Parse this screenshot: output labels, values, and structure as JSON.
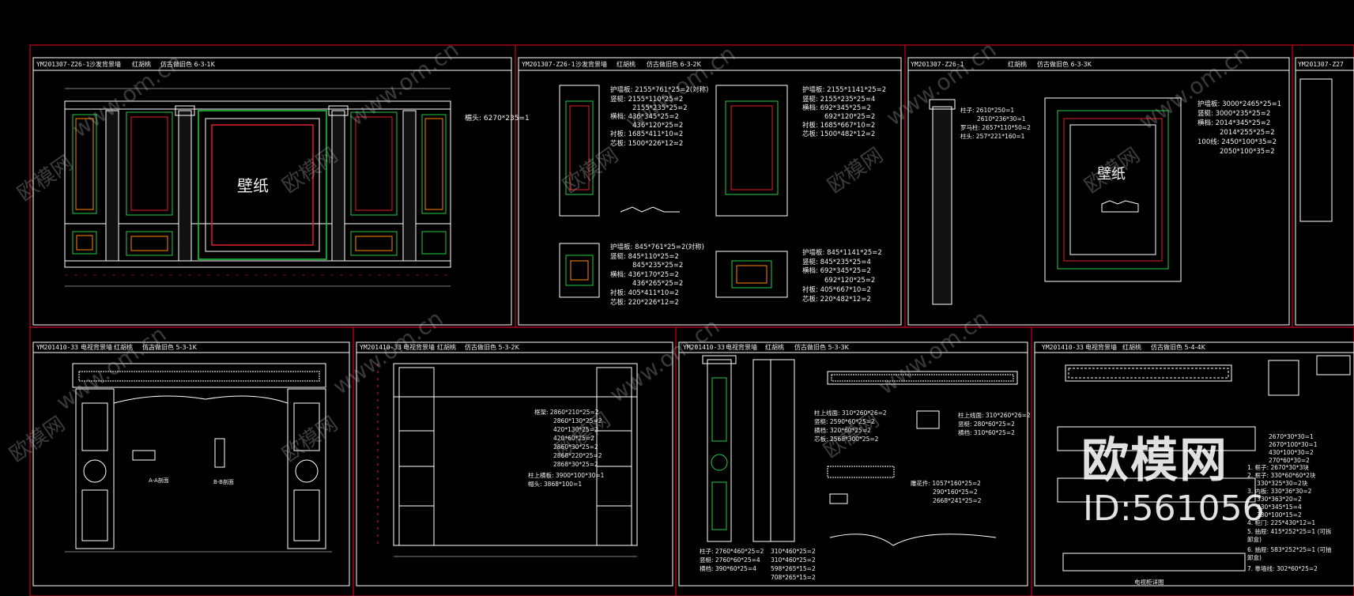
{
  "watermark": {
    "site": "www.om.cn",
    "brand": "欧模网",
    "id_text": "ID:561056"
  },
  "colors": {
    "frame": "#c8001e",
    "line": "#ffffff",
    "green": "#22cc44",
    "red": "#e0202a",
    "orange": "#ff8800"
  },
  "sheets": [
    {
      "title_left": "YM201307-Z26-1",
      "title_mid": "沙发背景墙",
      "title_wood": "红胡桃",
      "title_finish": "仿古做旧色 6-3-1K",
      "center_label": "壁纸",
      "notes": [
        "楣头: 6270*235=1"
      ]
    },
    {
      "title_left": "YM201307-Z26-1",
      "title_mid": "沙发背景墙",
      "title_wood": "红胡桃",
      "title_finish": "仿古做旧色 6-3-2K",
      "notes_a": [
        "护墙板: 2155*761*25=2(対称)",
        "竖梃: 2155*110*25=2",
        "2155*235*25=2",
        "横档: 436*345*25=2",
        "436*120*25=2",
        "衬板: 1685*411*10=2",
        "芯板: 1500*226*12=2"
      ],
      "notes_b": [
        "护墙板: 2155*1141*25=2",
        "竖梃: 2155*235*25=4",
        "横档: 692*345*25=2",
        "692*120*25=2",
        "衬板: 1685*667*10=2",
        "芯板: 1500*482*12=2"
      ],
      "notes_c": [
        "护墙板: 845*761*25=2(対称)",
        "竖梃: 845*110*25=2",
        "845*235*25=2",
        "横档: 436*170*25=2",
        "436*265*25=2",
        "衬板: 405*411*10=2",
        "芯板: 220*226*12=2"
      ],
      "notes_d": [
        "护墙板: 845*1141*25=2",
        "竖梃: 845*235*25=4",
        "横档: 692*345*25=2",
        "692*120*25=2",
        "衬板: 405*667*10=2",
        "芯板: 220*482*12=2"
      ]
    },
    {
      "title_left": "YM201307-Z26-1",
      "title_mid": "",
      "title_wood": "红胡桃",
      "title_finish": "仿古做旧色 6-3-3K",
      "center_label": "壁纸",
      "notes": [
        "柱子: 2610*250=1",
        "2610*236*30=1",
        "罗马柱: 2657*110*50=2",
        "柱头: 257*221*160=1"
      ]
    },
    {
      "title_left": "YM201307-Z27",
      "notes": [
        "护墙板: 3000*2465*25=1",
        "竖梃: 3000*235*25=2",
        "横档: 2014*345*25=2",
        "2014*255*25=2",
        "100线: 2450*100*35=2",
        "2050*100*35=2"
      ]
    },
    {
      "title_left": "YM201410-33",
      "title_mid": "电视背景墙",
      "title_wood": "红胡桃",
      "title_finish": "仿古做旧色 5-3-1K",
      "details": [
        "A-A剖面",
        "B-B剖面"
      ]
    },
    {
      "title_left": "YM201410-33",
      "title_mid": "电视背景墙",
      "title_wood": "红胡桃",
      "title_finish": "仿古做旧色 5-3-2K",
      "notes": [
        "框架: 2860*210*25=2",
        "2860*130*25=2",
        "420*130*25=2",
        "420*60*25=2",
        "2860*30*25=2",
        "2868*220*25=2",
        "2868*30*25=2",
        "柱上横板: 3900*100*30=1",
        "帽头: 3868*100=1"
      ]
    },
    {
      "title_left": "YM201410-33",
      "title_mid": "电视背景墙",
      "title_wood": "红胡桃",
      "title_finish": "仿古做旧色 5-3-3K",
      "notes_a": [
        "柱上线面: 310*260*26=2",
        "竖梃: 2590*60*25=2",
        "横档: 320*60*25=2",
        "芯板: 2568*300*25=2"
      ],
      "notes_b": [
        "柱上线面: 310*260*26=2",
        "竖梃: 280*60*25=2",
        "横档: 310*60*25=2"
      ],
      "notes_c": [
        "雕花件: 1057*160*25=2",
        "290*160*25=2",
        "2668*241*25=2"
      ],
      "notes_d": [
        "柱子: 2760*460*25=2",
        "竖梃: 2760*60*25=4",
        "横档: 390*60*25=4"
      ],
      "notes_e": [
        "310*460*25=2",
        "310*460*25=2",
        "598*265*15=2",
        "708*265*15=2"
      ]
    },
    {
      "title_left": "YM201410-33",
      "title_mid": "电视背景墙",
      "title_wood": "红胡桃",
      "title_finish": "仿古做旧色 5-4-4K",
      "notes": [
        "2670*30*30=1",
        "2670*100*30=1",
        "430*100*30=2",
        "270*60*30=2",
        "1. 框子: 2670*30*3块",
        "2. 框子: 330*60*60*2块",
        "330*325*30=2块",
        "3. 内板: 330*36*30=2",
        "330*363*20=2",
        "330*345*15=4",
        "330*100*15=2",
        "4. 柜门: 225*430*12=1",
        "5. 抽屉: 415*252*25=1 (可拆",
        "卸盒)",
        "6. 抽屉: 583*252*25=1 (可抽",
        "卸盒)",
        "7. 靠墙线: 302*60*25=2"
      ],
      "caption": "电视柜详图"
    }
  ]
}
